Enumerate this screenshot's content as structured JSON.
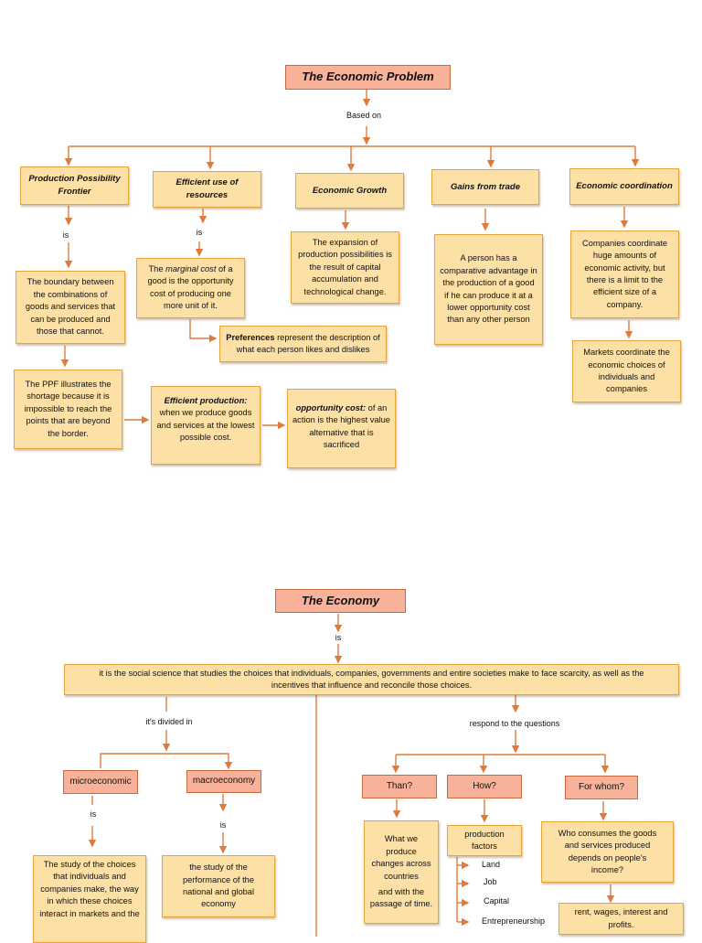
{
  "top": {
    "title": "The Economic Problem",
    "based_on": "Based on",
    "categories": {
      "ppf": "Production Possibility Frontier",
      "efficient": "Efficient use of resources",
      "growth": "Economic Growth",
      "trade": "Gains from trade",
      "coordination": "Economic coordination"
    },
    "is_1": "is",
    "is_2": "is",
    "ppf_def": "The boundary between the combinations of goods and services that can be produced and those that cannot.",
    "ppf_shortage": "The PPF illustrates the shortage because it is impossible to reach the points that are beyond the border.",
    "marginal": {
      "pre": "The ",
      "term": "marginal cost",
      "post": " of a good is the opportunity cost of producing one more unit of it."
    },
    "preferences": {
      "term": "Preferences",
      "post": " represent the description of what each person likes and dislikes"
    },
    "efficient_prod": {
      "term": "Efficient production:",
      "post": " when we produce goods and services at the lowest possible cost."
    },
    "opportunity": {
      "term": "opportunity cost:",
      "post": " of an action is the highest value alternative that is sacrificed"
    },
    "growth_def": "The expansion of production possibilities is the result of capital accumulation and technological change.",
    "trade_def": "A person has a comparative advantage in the production of a good if he can produce it at a lower opportunity cost than any other person",
    "coord_def": "Companies coordinate huge amounts of economic activity, but there is a limit to the efficient size of a company.",
    "markets_def": "Markets coordinate the economic choices of individuals and companies"
  },
  "bottom": {
    "title": "The Economy",
    "is": "is",
    "definition": "it is the social science that studies the choices that individuals, companies, governments and entire societies make to face scarcity, as well as the incentives that influence and reconcile those choices.",
    "divided": "it's divided in",
    "micro": "microeconomic",
    "macro": "macroeconomy",
    "micro_is": "is",
    "macro_is": "is",
    "micro_def": "The study of the choices that individuals and companies make, the way in which these choices interact in markets and the",
    "macro_def": "the study of the performance of the national and global economy",
    "respond": "respond to the questions",
    "than": "Than?",
    "how": "How?",
    "whom": "For whom?",
    "than_def_1": "What we produce changes across countries",
    "than_def_2": "and with the passage of time.",
    "factors": "production factors",
    "factor_list": [
      "Land",
      "Job",
      "Capital",
      "Entrepreneurship"
    ],
    "whom_def": "Who consumes the goods and services produced depends on people's income?",
    "income": "rent, wages, interest and profits."
  },
  "colors": {
    "box_fill": "#fde0a6",
    "box_border": "#e8a33c",
    "title_fill": "#f8b29a",
    "connector": "#e07a3a"
  }
}
